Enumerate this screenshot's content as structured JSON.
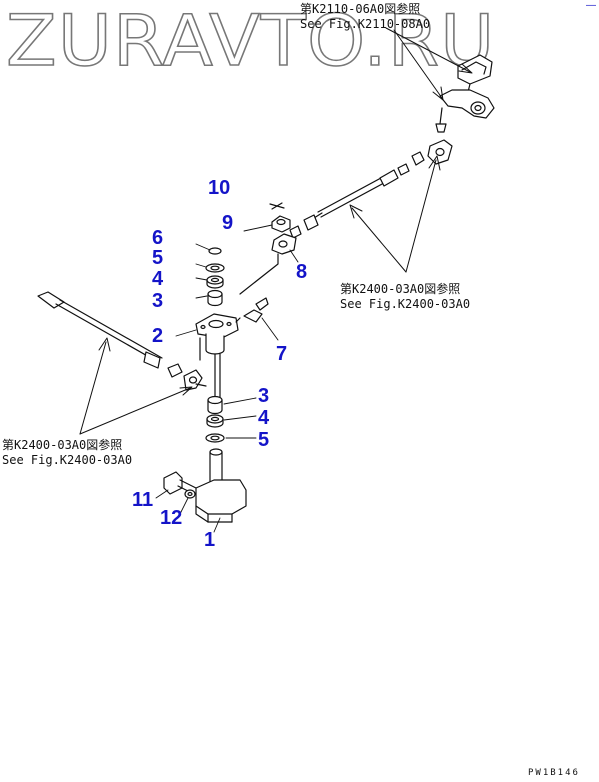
{
  "watermark": "ZURAVTO.RU",
  "references": [
    {
      "key": "k2110",
      "line1": "第K2110-06A0図参照",
      "line2": "See Fig.K2110-08A0"
    },
    {
      "key": "k2400_right",
      "line1": "第K2400-03A0図参照",
      "line2": "See Fig.K2400-03A0"
    },
    {
      "key": "k2400_left",
      "line1": "第K2400-03A0図参照",
      "line2": "See Fig.K2400-03A0"
    }
  ],
  "part_numbers": {
    "p10": "10",
    "p9": "9",
    "p6": "6",
    "p5a": "5",
    "p4a": "4",
    "p3a": "3",
    "p2": "2",
    "p8": "8",
    "p7": "7",
    "p3b": "3",
    "p4b": "4",
    "p5b": "5",
    "p11": "11",
    "p12": "12",
    "p1": "1"
  },
  "corner_mark": "—",
  "drawing_code": "PW1B146",
  "colors": {
    "callout": "#1414c8",
    "line": "#111111",
    "watermark_stroke": "#777777"
  }
}
